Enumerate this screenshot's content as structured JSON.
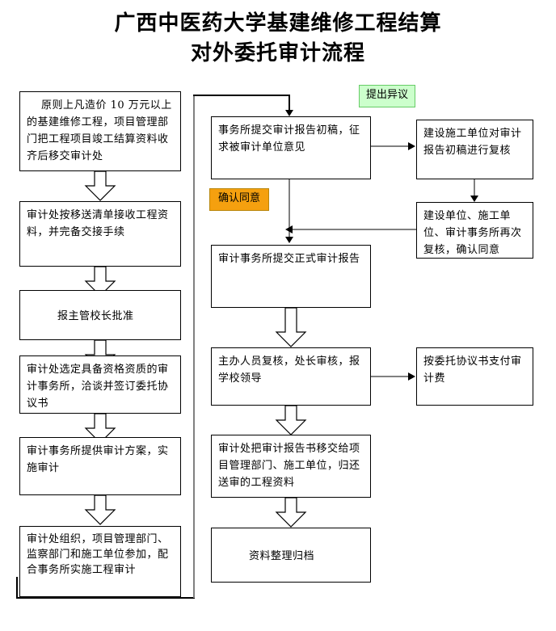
{
  "title": {
    "line1": "广西中医药大学基建维修工程结算",
    "line2": "对外委托审计流程"
  },
  "flowchart": {
    "type": "flowchart",
    "left_column": [
      {
        "id": "l1",
        "text": "原则上凡造价 10 万元以上的基建维修工程，项目管理部门把工程项目竣工结算资料收齐后移交审计处"
      },
      {
        "id": "l2",
        "text": "审计处按移送清单接收工程资料，并完备交接手续"
      },
      {
        "id": "l3",
        "text": "报主管校长批准"
      },
      {
        "id": "l4",
        "text": "审计处选定具备资格资质的审计事务所，洽谈并签订委托协议书"
      },
      {
        "id": "l5",
        "text": "审计事务所提供审计方案，实施审计"
      },
      {
        "id": "l6",
        "text": "审计处组织，项目管理部门、监察部门和施工单位参加，配合事务所实施工程审计"
      }
    ],
    "center_column": [
      {
        "id": "c1",
        "text": "事务所提交审计报告初稿，征求被审计单位意见"
      },
      {
        "id": "c2",
        "text": "审计事务所提交正式审计报告"
      },
      {
        "id": "c3",
        "text": "主办人员复核，处长审核，报学校领导"
      },
      {
        "id": "c4",
        "text": "审计处把审计报告书移交给项目管理部门、施工单位，归还送审的工程资料"
      },
      {
        "id": "c5",
        "text": "资料整理归档"
      }
    ],
    "right_column": [
      {
        "id": "r1",
        "text": "建设施工单位对审计报告初稿进行复核"
      },
      {
        "id": "r2",
        "text": "建设单位、施工单位、审计事务所再次复核，确认同意"
      },
      {
        "id": "r3",
        "text": "按委托协议书支付审计费"
      }
    ],
    "tags": [
      {
        "id": "t-green",
        "text": "提出异议",
        "color": "#ccffcc"
      },
      {
        "id": "t-orange",
        "text": "确认同意",
        "color": "#f5a00f"
      }
    ]
  }
}
